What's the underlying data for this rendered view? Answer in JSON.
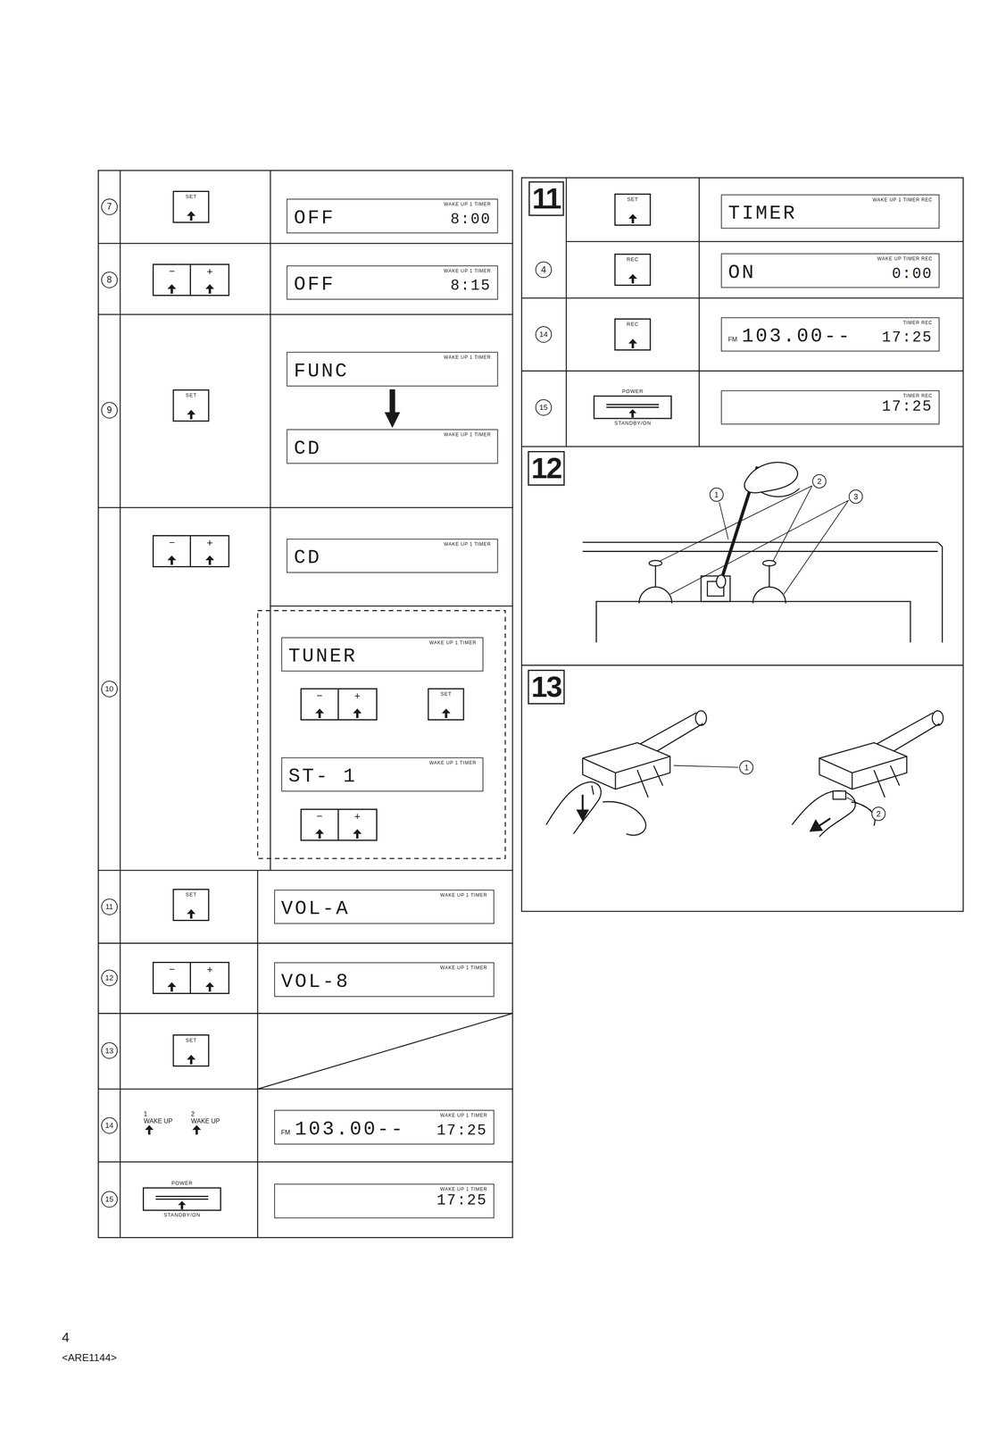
{
  "diagram": {
    "nodes": [
      {
        "text": [
          "SET"
        ]
      },
      {
        "text": [
          "WAKE UP 1 TIMER",
          "OFF",
          "8:00"
        ]
      },
      {
        "text": [
          "−",
          "+"
        ]
      },
      {
        "text": [
          "WAKE UP 1 TIMER",
          "OFF",
          "8:15"
        ]
      },
      {
        "text": [
          "SET"
        ]
      },
      {
        "text": [
          "WAKE UP 1 TIMER",
          "FUNC"
        ]
      },
      {
        "text": [
          "WAKE UP 1 TIMER",
          "CD"
        ]
      },
      {
        "text": [
          "−",
          "+"
        ]
      },
      {
        "text": [
          "WAKE UP 1 TIMER",
          "CD"
        ]
      },
      {
        "text": [
          "WAKE UP 1 TIMER",
          "TUNER"
        ]
      },
      {
        "text": [
          "−",
          "+"
        ]
      },
      {
        "text": [
          "SET"
        ]
      },
      {
        "text": [
          "WAKE UP 1 TIMER",
          "ST- 1"
        ]
      },
      {
        "text": [
          "−",
          "+"
        ]
      },
      {
        "text": [
          "SET"
        ]
      },
      {
        "text": [
          "WAKE UP 1 TIMER",
          "VOL-A"
        ]
      },
      {
        "text": [
          "−",
          "+"
        ]
      },
      {
        "text": [
          "WAKE UP 1 TIMER",
          "VOL-8"
        ]
      },
      {
        "text": [
          "SET"
        ]
      },
      {
        "text": [
          "1",
          "WAKE UP"
        ]
      },
      {
        "text": [
          "2",
          "WAKE UP"
        ]
      },
      {
        "text": [
          "WAKE UP 1 TIMER",
          "FM",
          "103.00--",
          "17:25"
        ]
      },
      {
        "text": [
          "POWER",
          "STANDBY/ON"
        ]
      },
      {
        "text": [
          "WAKE UP 1 TIMER",
          "17:25"
        ]
      },
      {
        "text": [
          "SET"
        ]
      },
      {
        "text": [
          "WAKE UP 1 TIMER REC",
          "TIMER"
        ]
      },
      {
        "text": [
          "REC"
        ]
      },
      {
        "text": [
          "WAKE UP TIMER REC",
          "ON",
          "0:00"
        ]
      },
      {
        "text": [
          "REC"
        ]
      },
      {
        "text": [
          "TIMER REC",
          "FM",
          "103.00--",
          "17:25"
        ]
      },
      {
        "text": [
          "POWER",
          "STANDBY/ON"
        ]
      },
      {
        "text": [
          "TIMER REC",
          "17:25"
        ]
      }
    ],
    "edges": [
      {
        "from": 5,
        "to": 6,
        "arrow": "to"
      }
    ],
    "labels": [
      "7",
      "8",
      "9",
      "10",
      "11",
      "12",
      "13",
      "14",
      "15",
      "11",
      "4",
      "14",
      "15",
      "12",
      "1",
      "2",
      "3",
      "13",
      "1",
      "2",
      "4",
      "<ARE1144>"
    ]
  }
}
